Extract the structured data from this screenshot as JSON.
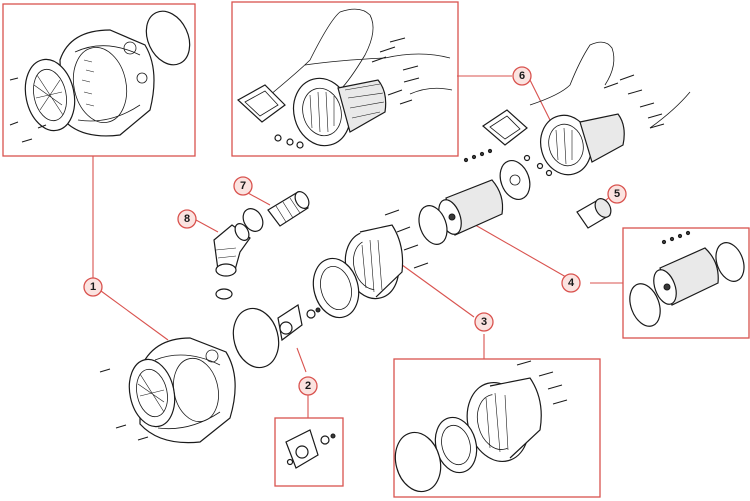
{
  "diagram": {
    "accent_color": "#d9534f",
    "callout_fill": "#fbe3e0",
    "line_color": "#1a1a1a",
    "callouts": [
      {
        "id": "1",
        "label": "1"
      },
      {
        "id": "2",
        "label": "2"
      },
      {
        "id": "3",
        "label": "3"
      },
      {
        "id": "4",
        "label": "4"
      },
      {
        "id": "5",
        "label": "5"
      },
      {
        "id": "6",
        "label": "6"
      },
      {
        "id": "7",
        "label": "7"
      },
      {
        "id": "8",
        "label": "8"
      }
    ]
  }
}
